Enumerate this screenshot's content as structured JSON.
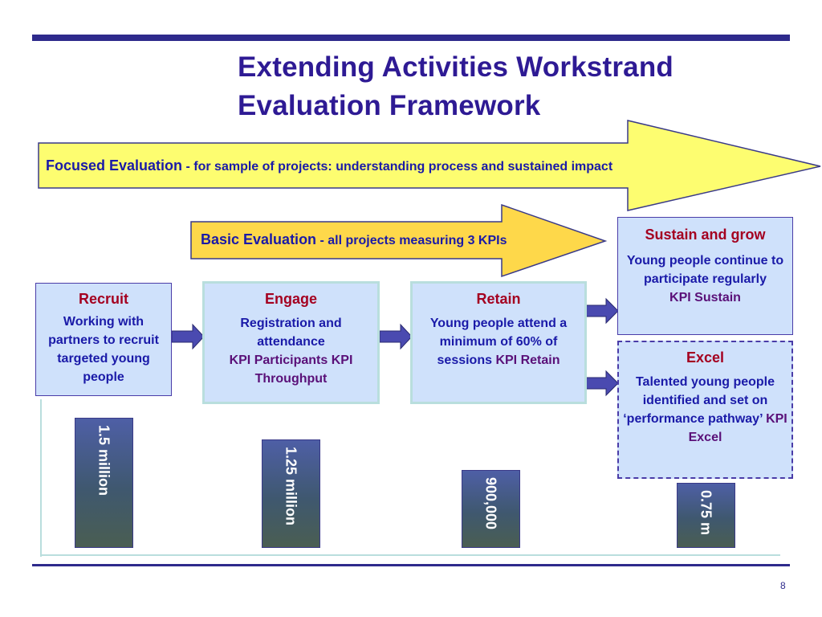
{
  "title": {
    "line1": "Extending Activities Workstrand",
    "line2": "Evaluation Framework"
  },
  "focused_arrow": {
    "lead": "Focused Evaluation",
    "separator": " - ",
    "rest": "for sample of projects: understanding process and sustained impact",
    "fill": "#fdfd70"
  },
  "basic_arrow": {
    "lead": "Basic Evaluation",
    "separator": " - ",
    "rest": "all projects measuring 3 KPIs",
    "fill": "#fed84a"
  },
  "stages": {
    "recruit": {
      "head": "Recruit",
      "body": "Working with partners to recruit targeted young people"
    },
    "engage": {
      "head": "Engage",
      "body": "Registration and attendance",
      "kpi": "KPI Participants  KPI Throughput"
    },
    "retain": {
      "head": "Retain",
      "body": "Young people attend a minimum of 60% of sessions",
      "kpi": "KPI Retain"
    },
    "sustain": {
      "head": "Sustain and grow",
      "body": "Young people continue to participate regularly",
      "kpi": "KPI Sustain"
    },
    "excel": {
      "head": "Excel",
      "body": "Talented young people identified and set on ‘performance pathway’",
      "kpi": "KPI Excel"
    }
  },
  "chart_data": {
    "type": "bar",
    "categories": [
      "Recruit",
      "Engage",
      "Retain",
      "Excel"
    ],
    "values": [
      1500000,
      1250000,
      900000,
      750000
    ],
    "labels": [
      "1.5 million",
      "1.25 million",
      "900,000",
      "0.75 m"
    ],
    "ylim": [
      0,
      1500000
    ]
  },
  "colors": {
    "title": "#2e1a94",
    "text": "#1a1aa8",
    "head": "#a40020",
    "kpi": "#5a1078",
    "box_fill": "#cfe1fb"
  },
  "page_number": "8"
}
